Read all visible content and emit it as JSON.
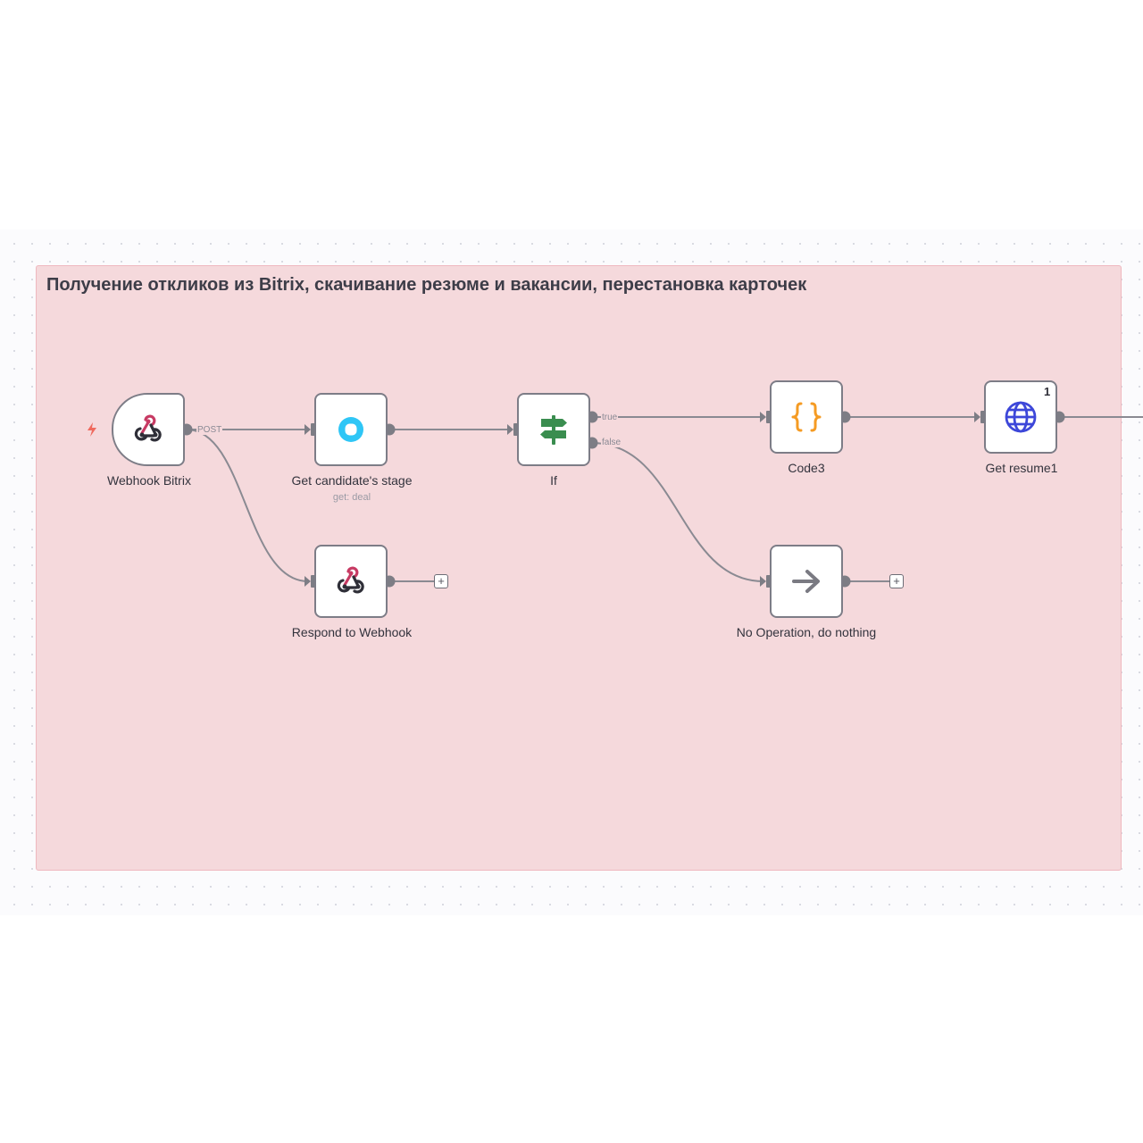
{
  "sticky_note": {
    "title": "Получение откликов из Bitrix, скачивание резюме и вакансии, перестановка карточек"
  },
  "nodes": {
    "webhook_bitrix": {
      "label": "Webhook Bitrix",
      "icon": "webhook-icon"
    },
    "get_candidate_stage": {
      "label": "Get candidate's stage",
      "subtitle": "get: deal",
      "icon": "bitrix24-icon"
    },
    "if": {
      "label": "If",
      "icon": "signpost-icon"
    },
    "code3": {
      "label": "Code3",
      "icon": "code-braces-icon"
    },
    "get_resume1": {
      "label": "Get resume1",
      "icon": "globe-icon",
      "badge": "1"
    },
    "respond_to_webhook": {
      "label": "Respond to Webhook",
      "icon": "webhook-icon"
    },
    "no_operation": {
      "label": "No Operation, do nothing",
      "icon": "arrow-right-icon"
    }
  },
  "edges": {
    "webhook_output_label": "POST",
    "if_true_label": "true",
    "if_false_label": "false"
  },
  "buttons": {
    "add_after_respond": "+",
    "add_after_noop": "+"
  },
  "colors": {
    "sticky_background": "#f5d9dc",
    "webhook_icon": "#c73a63",
    "bitrix_icon": "#2fc6f6",
    "if_icon": "#3a8d4f",
    "code_icon": "#f59b23",
    "globe_icon": "#3d47d9",
    "noop_icon": "#7a7a82",
    "trigger_bolt": "#ef6a5e"
  }
}
